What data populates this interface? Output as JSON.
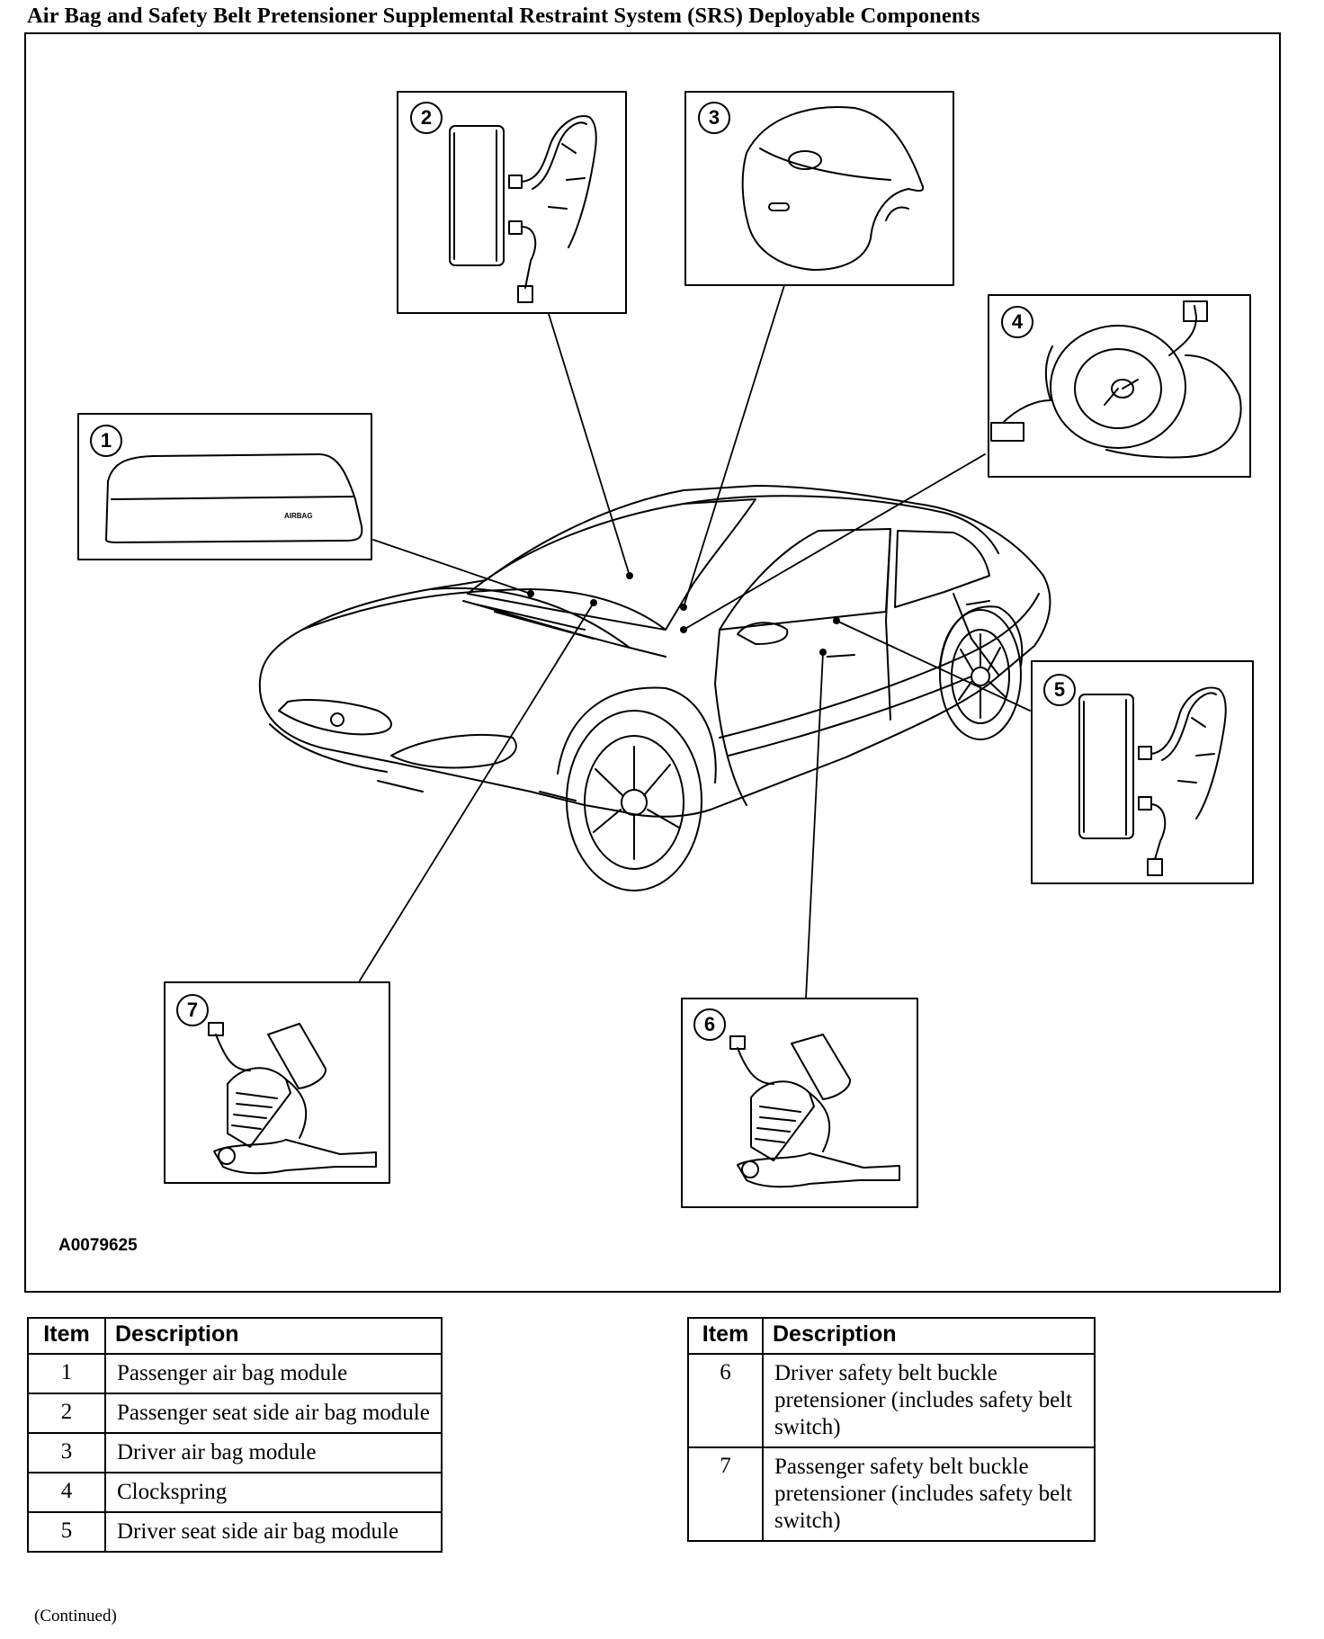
{
  "page": {
    "title": "Air Bag and Safety Belt Pretensioner Supplemental Restraint System (SRS) Deployable Components",
    "figure_id": "A0079625",
    "continued": "(Continued)"
  },
  "figure": {
    "callouts": [
      "1",
      "2",
      "3",
      "4",
      "5",
      "6",
      "7"
    ],
    "airbag_label": "AIRBAG"
  },
  "table_left": {
    "headers": {
      "item": "Item",
      "description": "Description"
    },
    "rows": [
      {
        "item": "1",
        "description": "Passenger air bag module"
      },
      {
        "item": "2",
        "description": "Passenger seat side air bag module"
      },
      {
        "item": "3",
        "description": "Driver air bag module"
      },
      {
        "item": "4",
        "description": "Clockspring"
      },
      {
        "item": "5",
        "description": "Driver seat side air bag module"
      }
    ]
  },
  "table_right": {
    "headers": {
      "item": "Item",
      "description": "Description"
    },
    "rows": [
      {
        "item": "6",
        "description": "Driver safety belt buckle pretensioner (includes safety belt switch)"
      },
      {
        "item": "7",
        "description": "Passenger safety belt buckle pretensioner (includes safety belt switch)"
      }
    ]
  }
}
